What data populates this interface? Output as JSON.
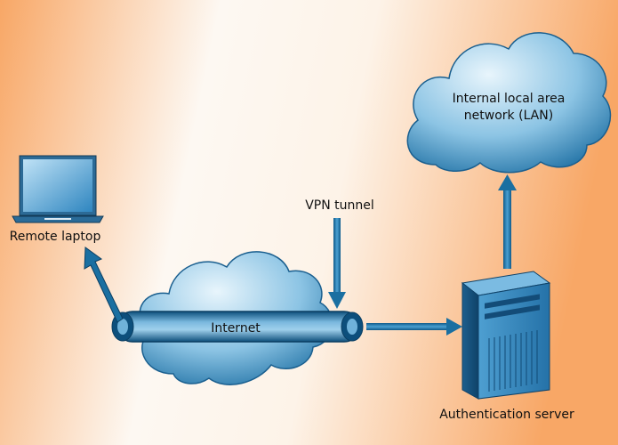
{
  "diagram": {
    "nodes": {
      "remote_laptop": {
        "label": "Remote laptop"
      },
      "internet": {
        "label": "Internet"
      },
      "vpn_tunnel": {
        "label": "VPN tunnel"
      },
      "lan": {
        "label_line1": "Internal local area",
        "label_line2": "network (LAN)"
      },
      "auth_server": {
        "label": "Authentication server"
      }
    },
    "colors": {
      "background_light": "#fdf8f2",
      "background_dark": "#f8a766",
      "cloud_light": "#d6ecf8",
      "cloud_dark": "#1d6fa3",
      "arrow": "#1a6fa1",
      "server": "#2c7fb8"
    }
  }
}
